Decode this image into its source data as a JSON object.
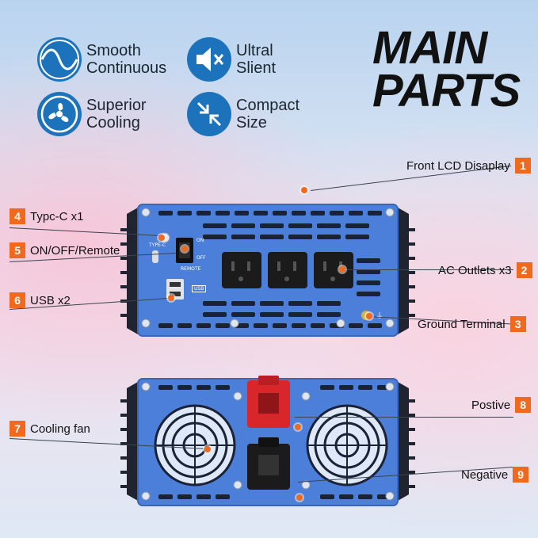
{
  "features": [
    {
      "id": "smooth",
      "line1": "Smooth",
      "line2": "Continuous",
      "icon": "sine-wave-icon"
    },
    {
      "id": "silent",
      "line1": "Ultral",
      "line2": "Slient",
      "icon": "mute-speaker-icon"
    },
    {
      "id": "cooling",
      "line1": "Superior",
      "line2": "Cooling",
      "icon": "fan-icon"
    },
    {
      "id": "compact",
      "line1": "Compact",
      "line2": "Size",
      "icon": "compress-arrows-icon"
    }
  ],
  "title": {
    "line1": "MAIN",
    "line2": "PARTS"
  },
  "labels": {
    "l1": {
      "num": "1",
      "text": "Front LCD Disaplay"
    },
    "l2": {
      "num": "2",
      "text": "AC Outlets x3"
    },
    "l3": {
      "num": "3",
      "text": "Ground Terminal"
    },
    "l4": {
      "num": "4",
      "text": "Typc-C  x1"
    },
    "l5": {
      "num": "5",
      "text": "ON/OFF/Remote"
    },
    "l6": {
      "num": "6",
      "text": "USB x2"
    },
    "l7": {
      "num": "7",
      "text": "Cooling fan"
    },
    "l8": {
      "num": "8",
      "text": "Postive"
    },
    "l9": {
      "num": "9",
      "text": "Negative"
    }
  },
  "device_text": {
    "type_c": "TYPE-C",
    "on": "ON",
    "off": "OFF",
    "remote": "REMOTE",
    "usb": "USB"
  },
  "colors": {
    "accent": "#ef6a1f",
    "icon_blue": "#1d73bb",
    "panel": "#4c7fd9"
  }
}
